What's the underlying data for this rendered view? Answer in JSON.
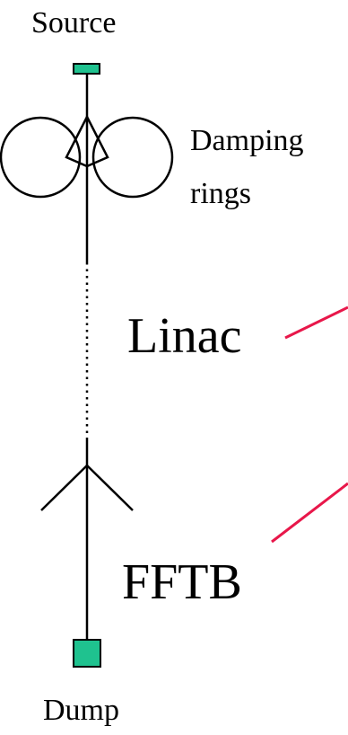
{
  "labels": {
    "source": "Source",
    "damping_line1": "Damping",
    "damping_line2": "rings",
    "linac": "Linac",
    "fftb": "FFTB",
    "dump": "Dump"
  },
  "colors": {
    "line": "#000000",
    "box_fill": "#1fc28f",
    "box_stroke": "#000000",
    "pointer": "#e8174a"
  }
}
